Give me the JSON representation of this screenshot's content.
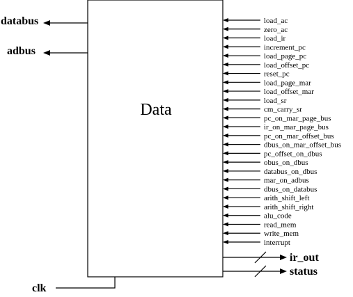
{
  "block": {
    "title": "Data"
  },
  "outputs_left": [
    "databus",
    "adbus"
  ],
  "clock": {
    "label": "clk"
  },
  "outputs_right": [
    "ir_out",
    "status"
  ],
  "control_inputs": [
    "load_ac",
    "zero_ac",
    "load_ir",
    "increment_pc",
    "load_page_pc",
    "load_offset_pc",
    "reset_pc",
    "load_page_mar",
    "load_offset_mar",
    "load_sr",
    "cm_carry_sr",
    "pc_on_mar_page_bus",
    "ir_on_mar_page_bus",
    "pc_on_mar_offset_bus",
    "dbus_on_mar_offset_bus",
    "pc_offset_on_dbus",
    "obus_on_dbus",
    "databus_on_dbus",
    "mar_on_adbus",
    "dbus_on_databus",
    "arith_shift_left",
    "arith_shift_right",
    "alu_code",
    "read_mem",
    "write_mem",
    "interrupt"
  ]
}
